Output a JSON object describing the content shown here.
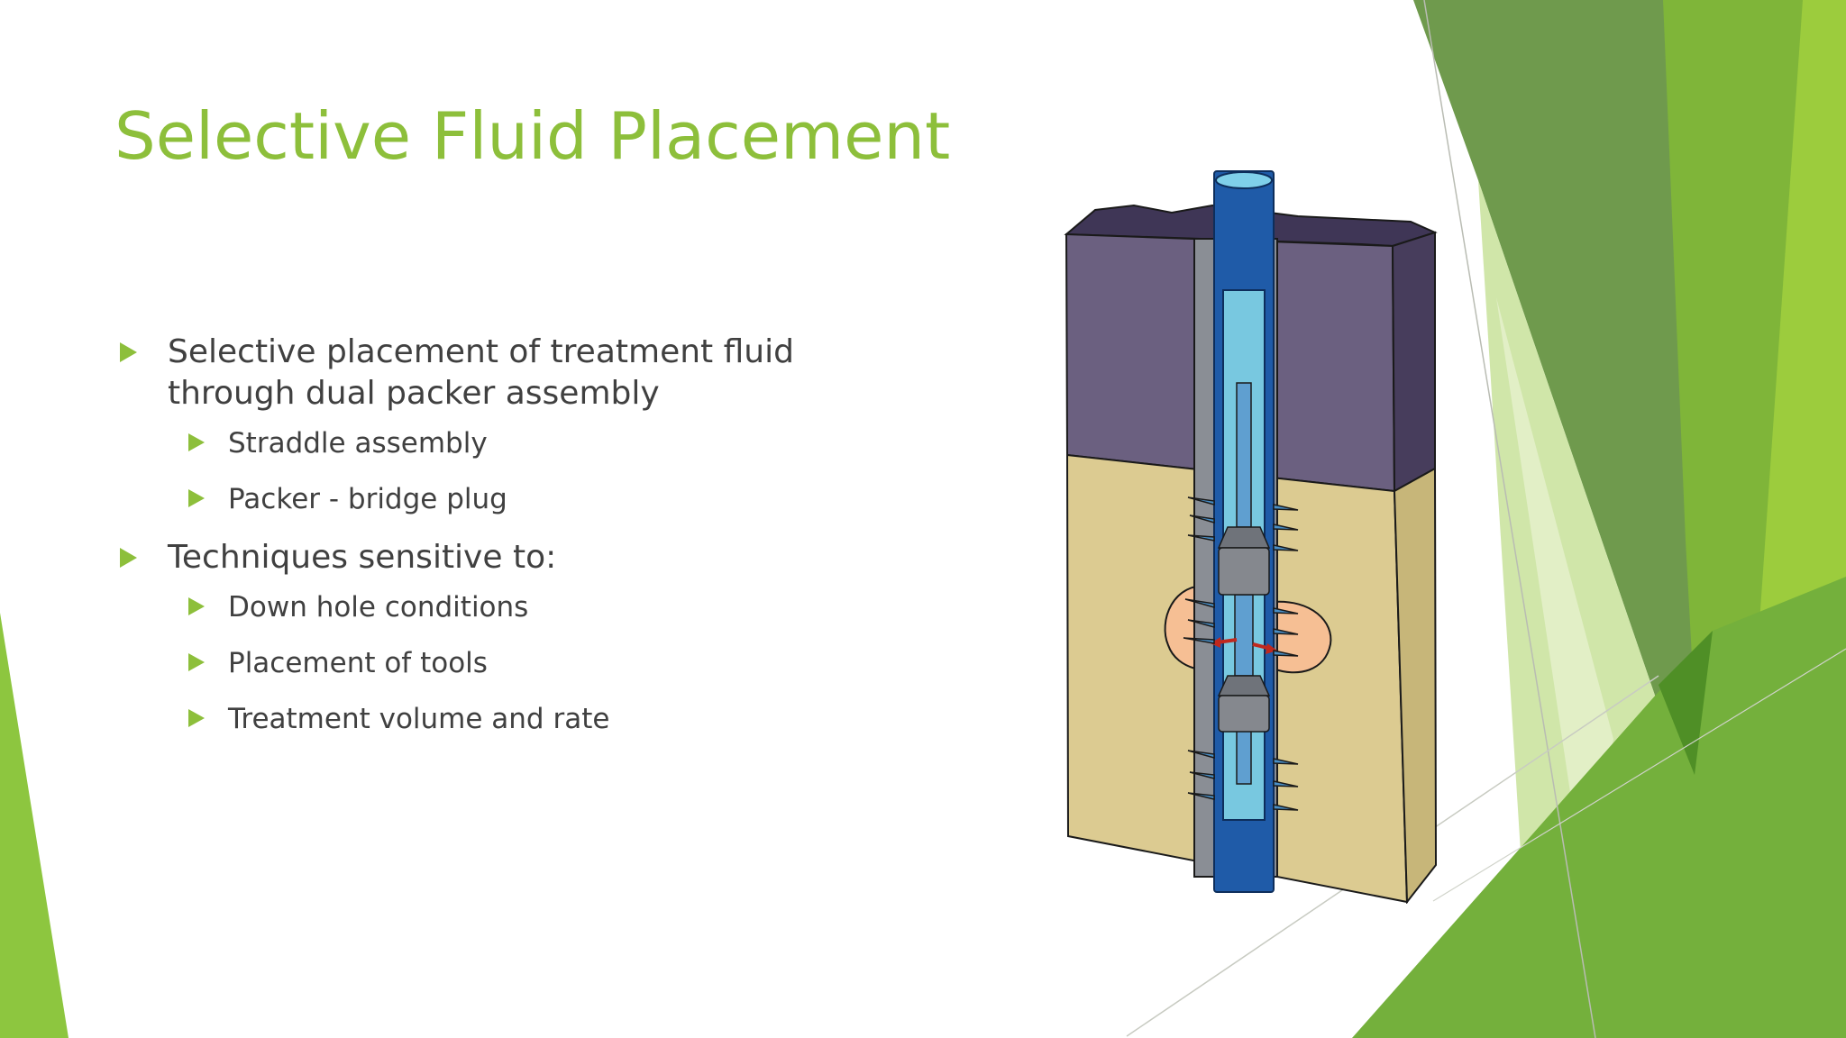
{
  "slide": {
    "title": "Selective Fluid Placement",
    "bullets": [
      {
        "level": 1,
        "text": "Selective placement of treatment fluid through dual packer assembly"
      },
      {
        "level": 2,
        "text": "Straddle assembly"
      },
      {
        "level": 2,
        "text": "Packer - bridge plug"
      },
      {
        "level": 1,
        "text": "Techniques sensitive to:"
      },
      {
        "level": 2,
        "text": "Down hole conditions"
      },
      {
        "level": 2,
        "text": "Placement of tools"
      },
      {
        "level": 2,
        "text": "Treatment volume and rate"
      }
    ]
  },
  "figure": {
    "subject": "wellbore cross-section with dual packer straddle assembly"
  },
  "colors": {
    "accent": "#8dbf3b",
    "body_text": "#404040",
    "caprock": "#6b6080",
    "formation": "#dccb91",
    "pipe": "#1f5ba8",
    "tubing_fluid": "#78c8e0",
    "treated_zone": "#f6bf94"
  }
}
